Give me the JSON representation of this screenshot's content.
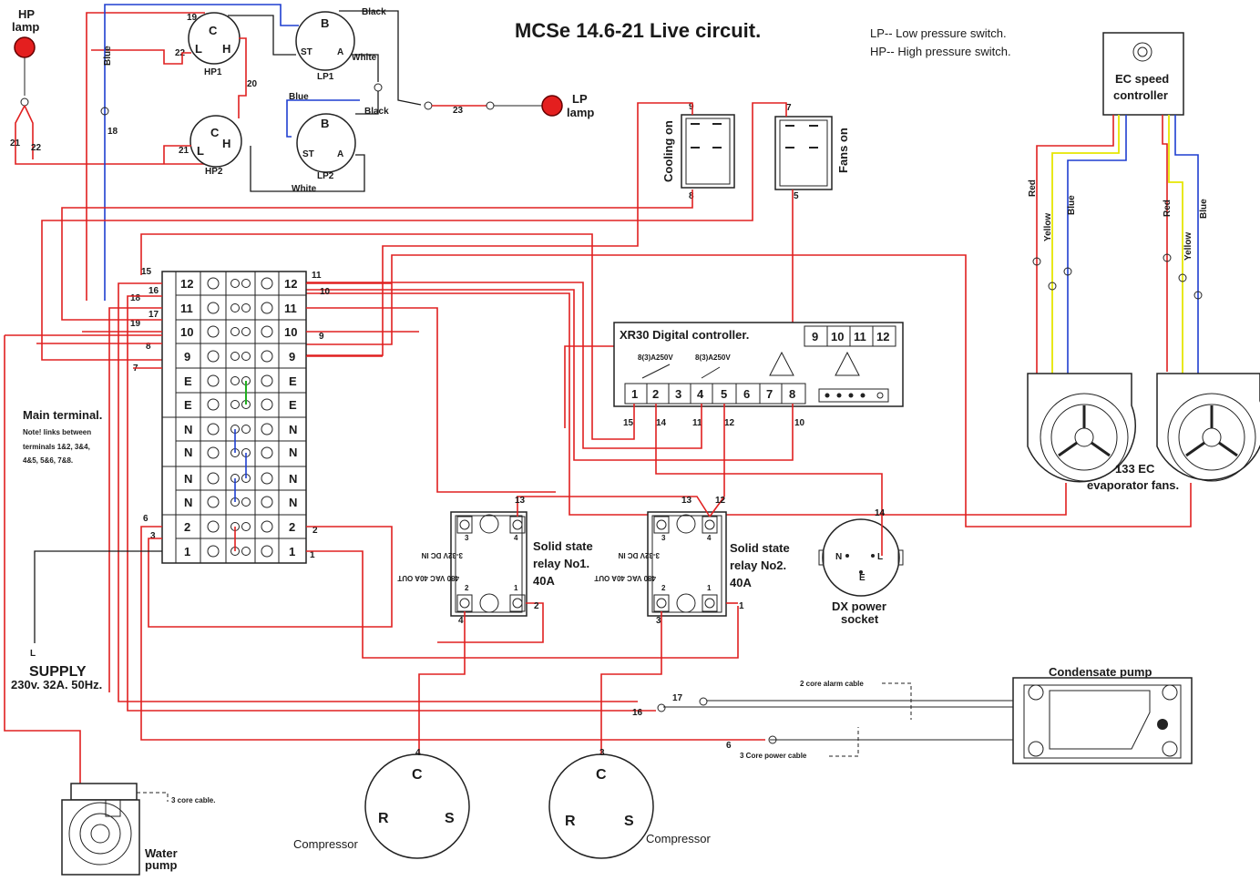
{
  "title": "MCSe 14.6-21 Live circuit.",
  "legend": {
    "lp": "LP-- Low pressure switch.",
    "hp": "HP-- High pressure switch."
  },
  "lamps": {
    "hp": [
      "HP",
      "lamp"
    ],
    "lp": [
      "LP",
      "lamp"
    ]
  },
  "switches": {
    "hp1": "HP1",
    "hp2": "HP2",
    "lp1": "LP1",
    "lp2": "LP2",
    "c": "C",
    "l": "L",
    "h": "H",
    "b": "B",
    "st": "ST",
    "a": "A"
  },
  "wire_colors": {
    "black": "Black",
    "white": "White",
    "blue": "Blue",
    "red": "Red",
    "yellow": "Yellow"
  },
  "rockers": {
    "cooling": "Cooling on",
    "fans": "Fans on"
  },
  "ec_controller": [
    "EC speed",
    "controller"
  ],
  "evaporator": [
    "133 EC",
    "evaporator fans."
  ],
  "controller": {
    "title": "XR30 Digital controller.",
    "top_terminals": [
      "9",
      "10",
      "11",
      "12"
    ],
    "relay_labels": [
      "8(3)A250V",
      "8(3)A250V"
    ],
    "terminals": [
      "1",
      "2",
      "3",
      "4",
      "5",
      "6",
      "7",
      "8"
    ]
  },
  "main_terminal": {
    "rows": [
      "12",
      "11",
      "10",
      "9",
      "E",
      "E",
      "N",
      "N",
      "N",
      "N",
      "2",
      "1"
    ],
    "title": "Main terminal.",
    "note": [
      "Note! links between",
      "terminals 1&2, 3&4,",
      "4&5, 5&6, 7&8."
    ]
  },
  "ssr1": [
    "Solid state",
    "relay No1.",
    "40A"
  ],
  "ssr2": [
    "Solid state",
    "relay No2.",
    "40A"
  ],
  "ssr_terms": {
    "t3": "3",
    "t4": "4",
    "t2": "2",
    "t1": "1"
  },
  "ssr_text": {
    "in": "3-32V DC IN",
    "out": "480 VAC 40A OUT"
  },
  "dx_socket": {
    "label": [
      "DX power",
      "socket"
    ],
    "n": "N",
    "l": "L",
    "e": "E"
  },
  "supply": {
    "l": "L",
    "label": "SUPPLY",
    "spec": "230v. 32A. 50Hz."
  },
  "condensate": {
    "label": "Condensate pump",
    "alarm": "2 core alarm cable",
    "power": "3 Core power cable"
  },
  "water_pump": {
    "label": [
      "Water",
      "pump"
    ],
    "cable": "3 core cable."
  },
  "compressor": {
    "label": "Compressor",
    "c": "C",
    "r": "R",
    "s": "S"
  },
  "wire_numbers": {
    "n19": "19",
    "n22": "22",
    "n20": "20",
    "n21": "21",
    "n18": "18",
    "n23": "23",
    "n9": "9",
    "n8": "8",
    "n7": "7",
    "n5": "5",
    "n15": "15",
    "n16": "16",
    "n17": "17",
    "n10": "10",
    "n11": "11",
    "n12": "12",
    "n13": "13",
    "n14": "14",
    "n6": "6",
    "n3": "3",
    "n2": "2",
    "n1": "1",
    "n4": "4"
  }
}
